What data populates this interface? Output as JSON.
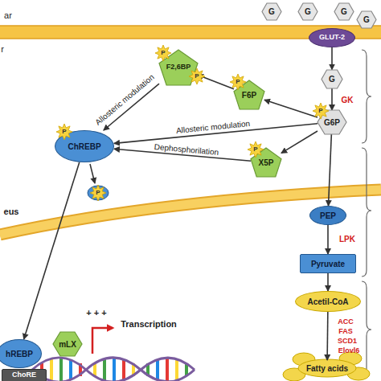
{
  "diagram": {
    "nodes": [
      {
        "text": [
          "G"
        ]
      },
      {
        "text": [
          "G"
        ]
      },
      {
        "text": [
          "G"
        ]
      },
      {
        "text": [
          "G"
        ]
      },
      {
        "text": [
          "GLUT-2"
        ]
      },
      {
        "text": [
          "G"
        ]
      },
      {
        "text": [
          "G6P"
        ]
      },
      {
        "text": [
          "F6P"
        ]
      },
      {
        "text": [
          "F2,6BP"
        ]
      },
      {
        "text": [
          "X5P"
        ]
      },
      {
        "text": [
          "ChREBP"
        ]
      },
      {
        "text": [
          "PEP"
        ]
      },
      {
        "text": [
          "Pyruvate"
        ]
      },
      {
        "text": [
          "Acetil-CoA"
        ]
      },
      {
        "text": [
          "Fatty acids"
        ]
      },
      {
        "text": [
          "hREBP"
        ]
      },
      {
        "text": [
          "mLX"
        ]
      },
      {
        "text": [
          "ChoRE"
        ]
      }
    ],
    "edges": [
      {
        "from": 4,
        "to": 5,
        "arrow": "to"
      },
      {
        "from": 5,
        "to": 6,
        "label": "GK",
        "arrow": "to"
      },
      {
        "from": 6,
        "to": 7,
        "arrow": "to"
      },
      {
        "from": 7,
        "to": 8,
        "arrow": "to"
      },
      {
        "from": 8,
        "to": 10,
        "label": "Allosteric modulation",
        "arrow": "to"
      },
      {
        "from": 6,
        "to": 10,
        "label": "Allosteric modulation",
        "arrow": "to"
      },
      {
        "from": 6,
        "to": 9,
        "arrow": "to"
      },
      {
        "from": 9,
        "to": 10,
        "label": "Dephosphorilation",
        "arrow": "to"
      },
      {
        "from": 10,
        "to": 15,
        "arrow": "to"
      },
      {
        "from": 6,
        "to": 11,
        "arrow": "to"
      },
      {
        "from": 11,
        "to": 12,
        "label": "LPK",
        "arrow": "to"
      },
      {
        "from": 12,
        "to": 13,
        "arrow": "to"
      },
      {
        "from": 13,
        "to": 14,
        "arrow": "to"
      }
    ],
    "labels": [
      "ar",
      "r",
      "eus",
      "P",
      "P",
      "P",
      "P",
      "P",
      "P",
      "P",
      "+ + +",
      "Transcription",
      "ACC",
      "FAS",
      "SCD1",
      "Elovl6"
    ]
  }
}
